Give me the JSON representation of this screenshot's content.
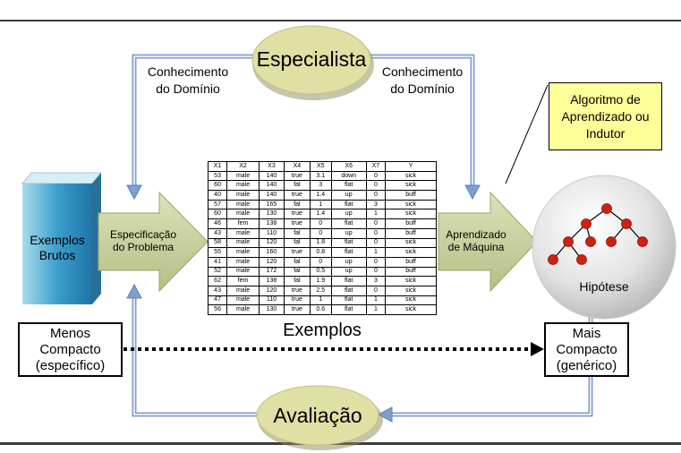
{
  "ellipses": {
    "especialista": "Especialista",
    "avaliacao": "Avaliação"
  },
  "labels": {
    "conhecimento_left": [
      "Conhecimento",
      "do Domínio"
    ],
    "conhecimento_right": [
      "Conhecimento",
      "do Domínio"
    ],
    "exemplos_brutos": [
      "Exemplos",
      "Brutos"
    ],
    "especificacao": [
      "Especificação",
      "do Problema"
    ],
    "aprendizado": [
      "Aprendizado",
      "de Máquina"
    ],
    "hipotese": "Hipótese",
    "exemplos": "Exemplos"
  },
  "notes": {
    "algoritmo": [
      "Algoritmo de",
      "Aprendizado ou",
      "Indutor"
    ],
    "menos_compacto": [
      "Menos",
      "Compacto",
      "(específico)"
    ],
    "mais_compacto": [
      "Mais",
      "Compacto",
      "(genérico)"
    ]
  },
  "table": {
    "headers": [
      "X1",
      "X2",
      "X3",
      "X4",
      "X5",
      "X6",
      "X7",
      "Y"
    ],
    "rows": [
      [
        "53",
        "male",
        "140",
        "true",
        "3.1",
        "down",
        "0",
        "sick"
      ],
      [
        "60",
        "male",
        "140",
        "fal",
        "3",
        "flat",
        "0",
        "sick"
      ],
      [
        "40",
        "male",
        "140",
        "true",
        "1.4",
        "up",
        "0",
        "buff"
      ],
      [
        "57",
        "male",
        "165",
        "fal",
        "1",
        "flat",
        "3",
        "sick"
      ],
      [
        "60",
        "male",
        "130",
        "true",
        "1.4",
        "up",
        "1",
        "sick"
      ],
      [
        "46",
        "fem",
        "138",
        "true",
        "0",
        "flat",
        "0",
        "buff"
      ],
      [
        "43",
        "male",
        "110",
        "fal",
        "0",
        "up",
        "0",
        "buff"
      ],
      [
        "58",
        "male",
        "120",
        "fal",
        "1.8",
        "flat",
        "0",
        "sick"
      ],
      [
        "55",
        "male",
        "160",
        "true",
        "0.8",
        "flat",
        "1",
        "sick"
      ],
      [
        "41",
        "male",
        "120",
        "fal",
        "0",
        "up",
        "0",
        "buff"
      ],
      [
        "52",
        "male",
        "172",
        "fal",
        "0.5",
        "up",
        "0",
        "buff"
      ],
      [
        "62",
        "fem",
        "138",
        "fal",
        "1.9",
        "flat",
        "3",
        "sick"
      ],
      [
        "43",
        "male",
        "120",
        "true",
        "2.5",
        "flat",
        "0",
        "sick"
      ],
      [
        "47",
        "male",
        "110",
        "true",
        "1",
        "flat",
        "1",
        "sick"
      ],
      [
        "56",
        "male",
        "130",
        "true",
        "0.6",
        "flat",
        "1",
        "sick"
      ]
    ]
  },
  "colors": {
    "connector": "#7f9fcf",
    "cylinder": "#4aa6cf",
    "arrow": "#c4cd9a",
    "ellipse": "#e0dfa4",
    "tree_node": "#d1200f",
    "algo_box": "#ffff99"
  }
}
